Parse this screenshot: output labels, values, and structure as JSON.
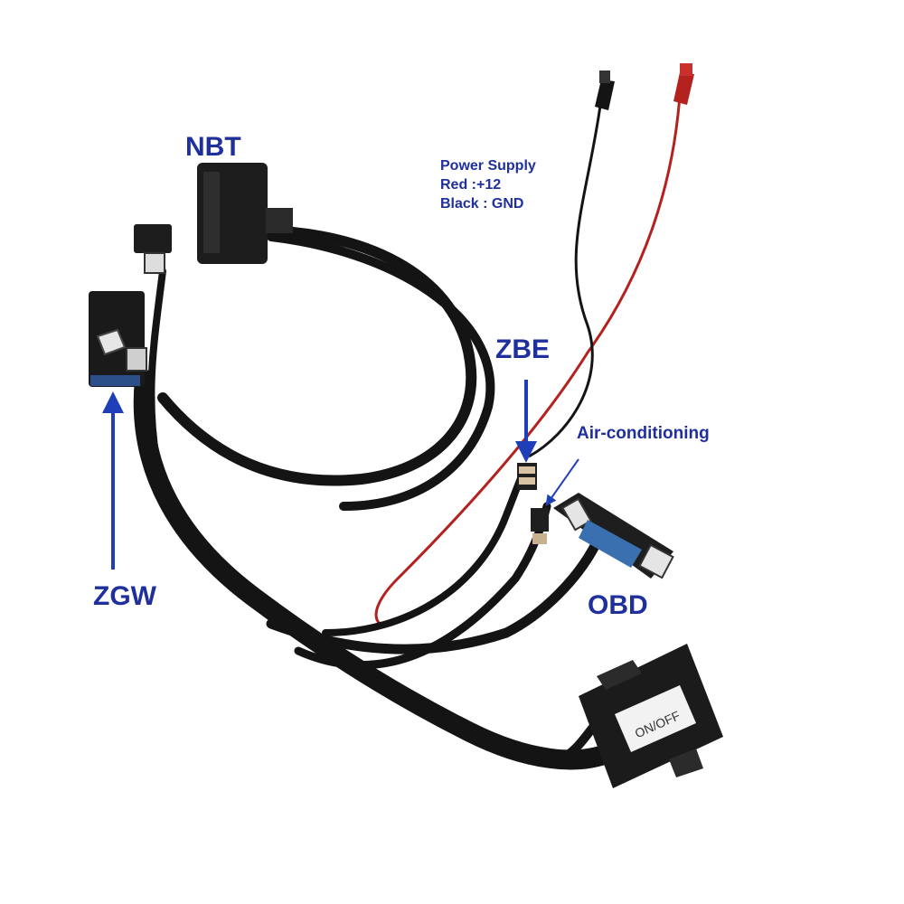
{
  "colors": {
    "label": "#1f2f9c",
    "arrow": "#1f3fb8",
    "cable": "#141414",
    "red_wire": "#b3221f",
    "box": "#1b1b1b",
    "connector_blue": "#3a6fb0",
    "background": "#ffffff"
  },
  "labels": {
    "nbt": "NBT",
    "zgw": "ZGW",
    "zbe": "ZBE",
    "air_conditioning": "Air-conditioning",
    "obd": "OBD",
    "power_supply": {
      "line1": "Power Supply",
      "line2": "Red :+12",
      "line3": "Black : GND"
    }
  },
  "box_label": "ON/OFF"
}
